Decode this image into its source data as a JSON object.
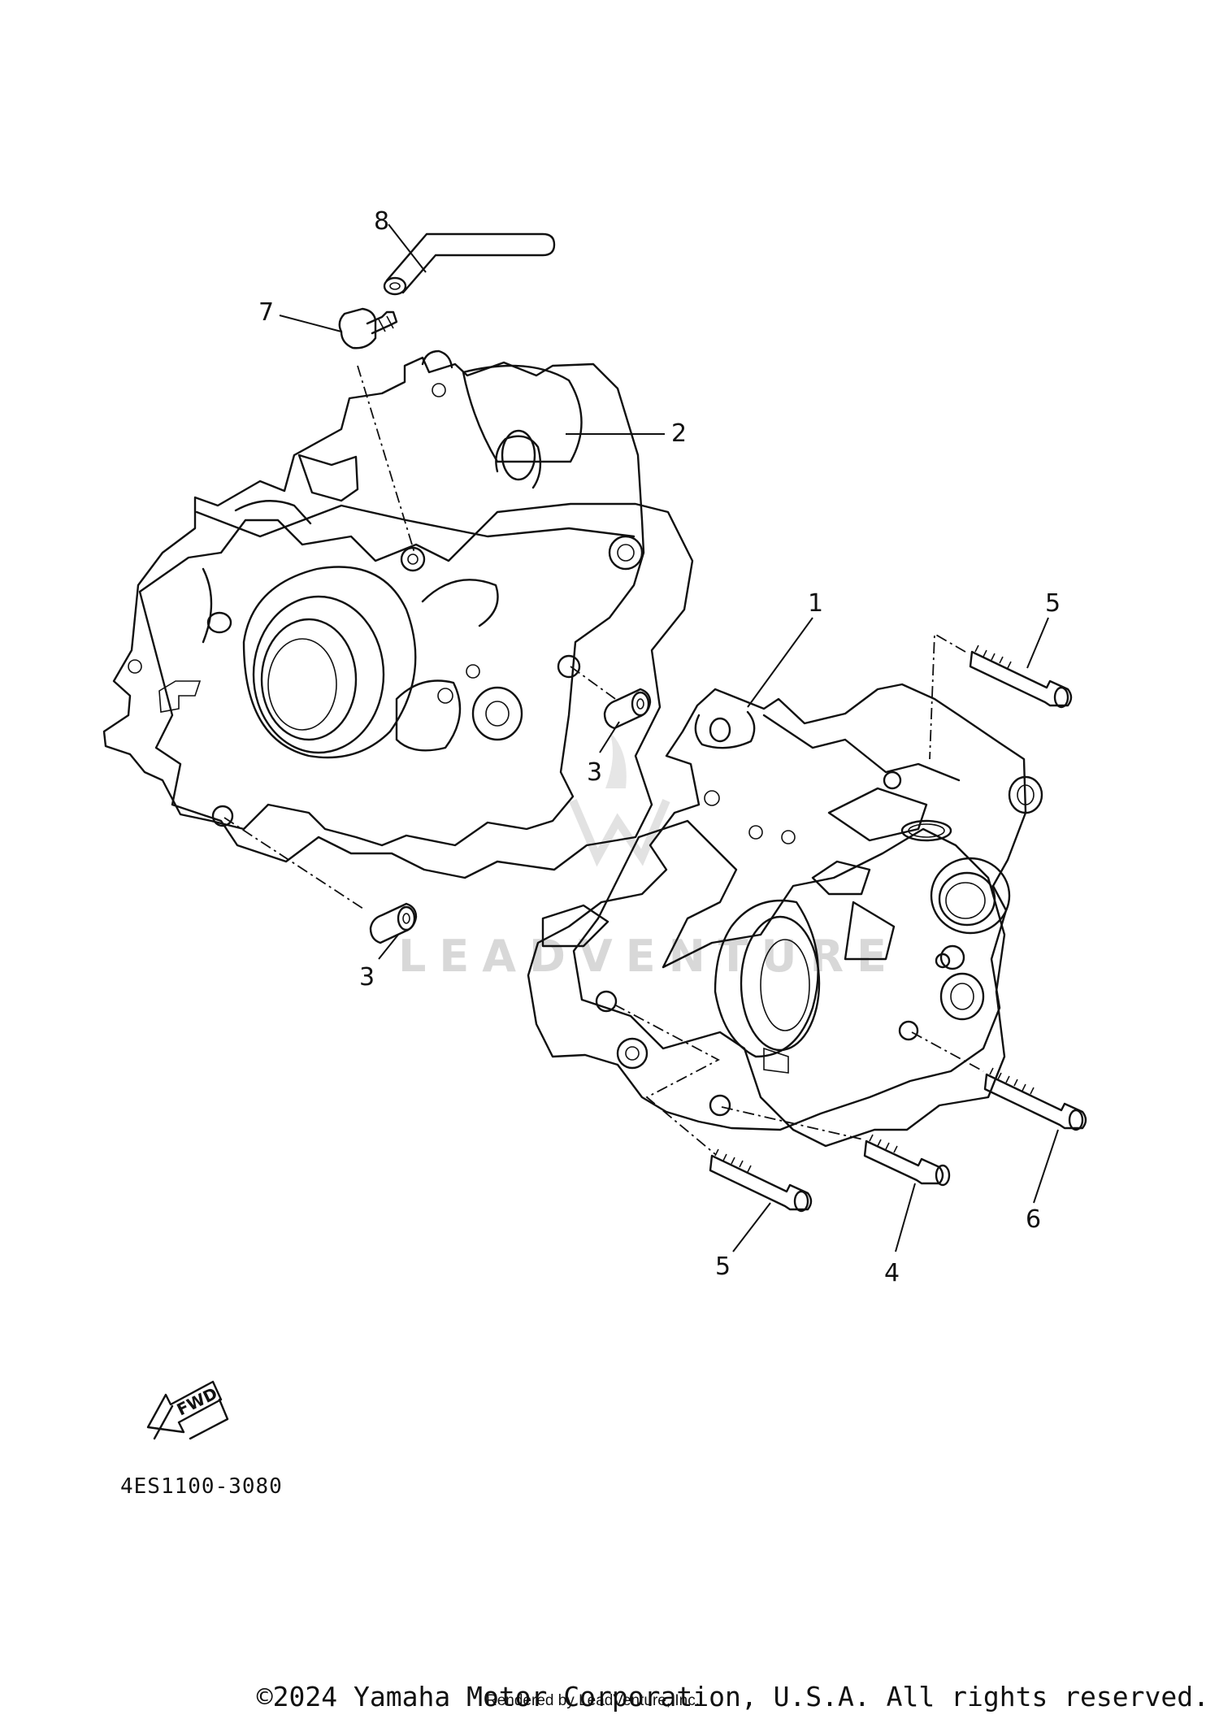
{
  "diagram": {
    "callouts": [
      "8",
      "7",
      "2",
      "1",
      "5",
      "3",
      "3",
      "5",
      "4",
      "6"
    ],
    "fwd_label": "FWD",
    "part_code": "4ES1100-3080"
  },
  "watermark": {
    "text": "LEADVENTURE"
  },
  "footer": {
    "copyright": "©2024 Yamaha Motor Corporation, U.S.A. All rights reserved.",
    "rendered_by": "Rendered by LeadVenture, Inc."
  }
}
